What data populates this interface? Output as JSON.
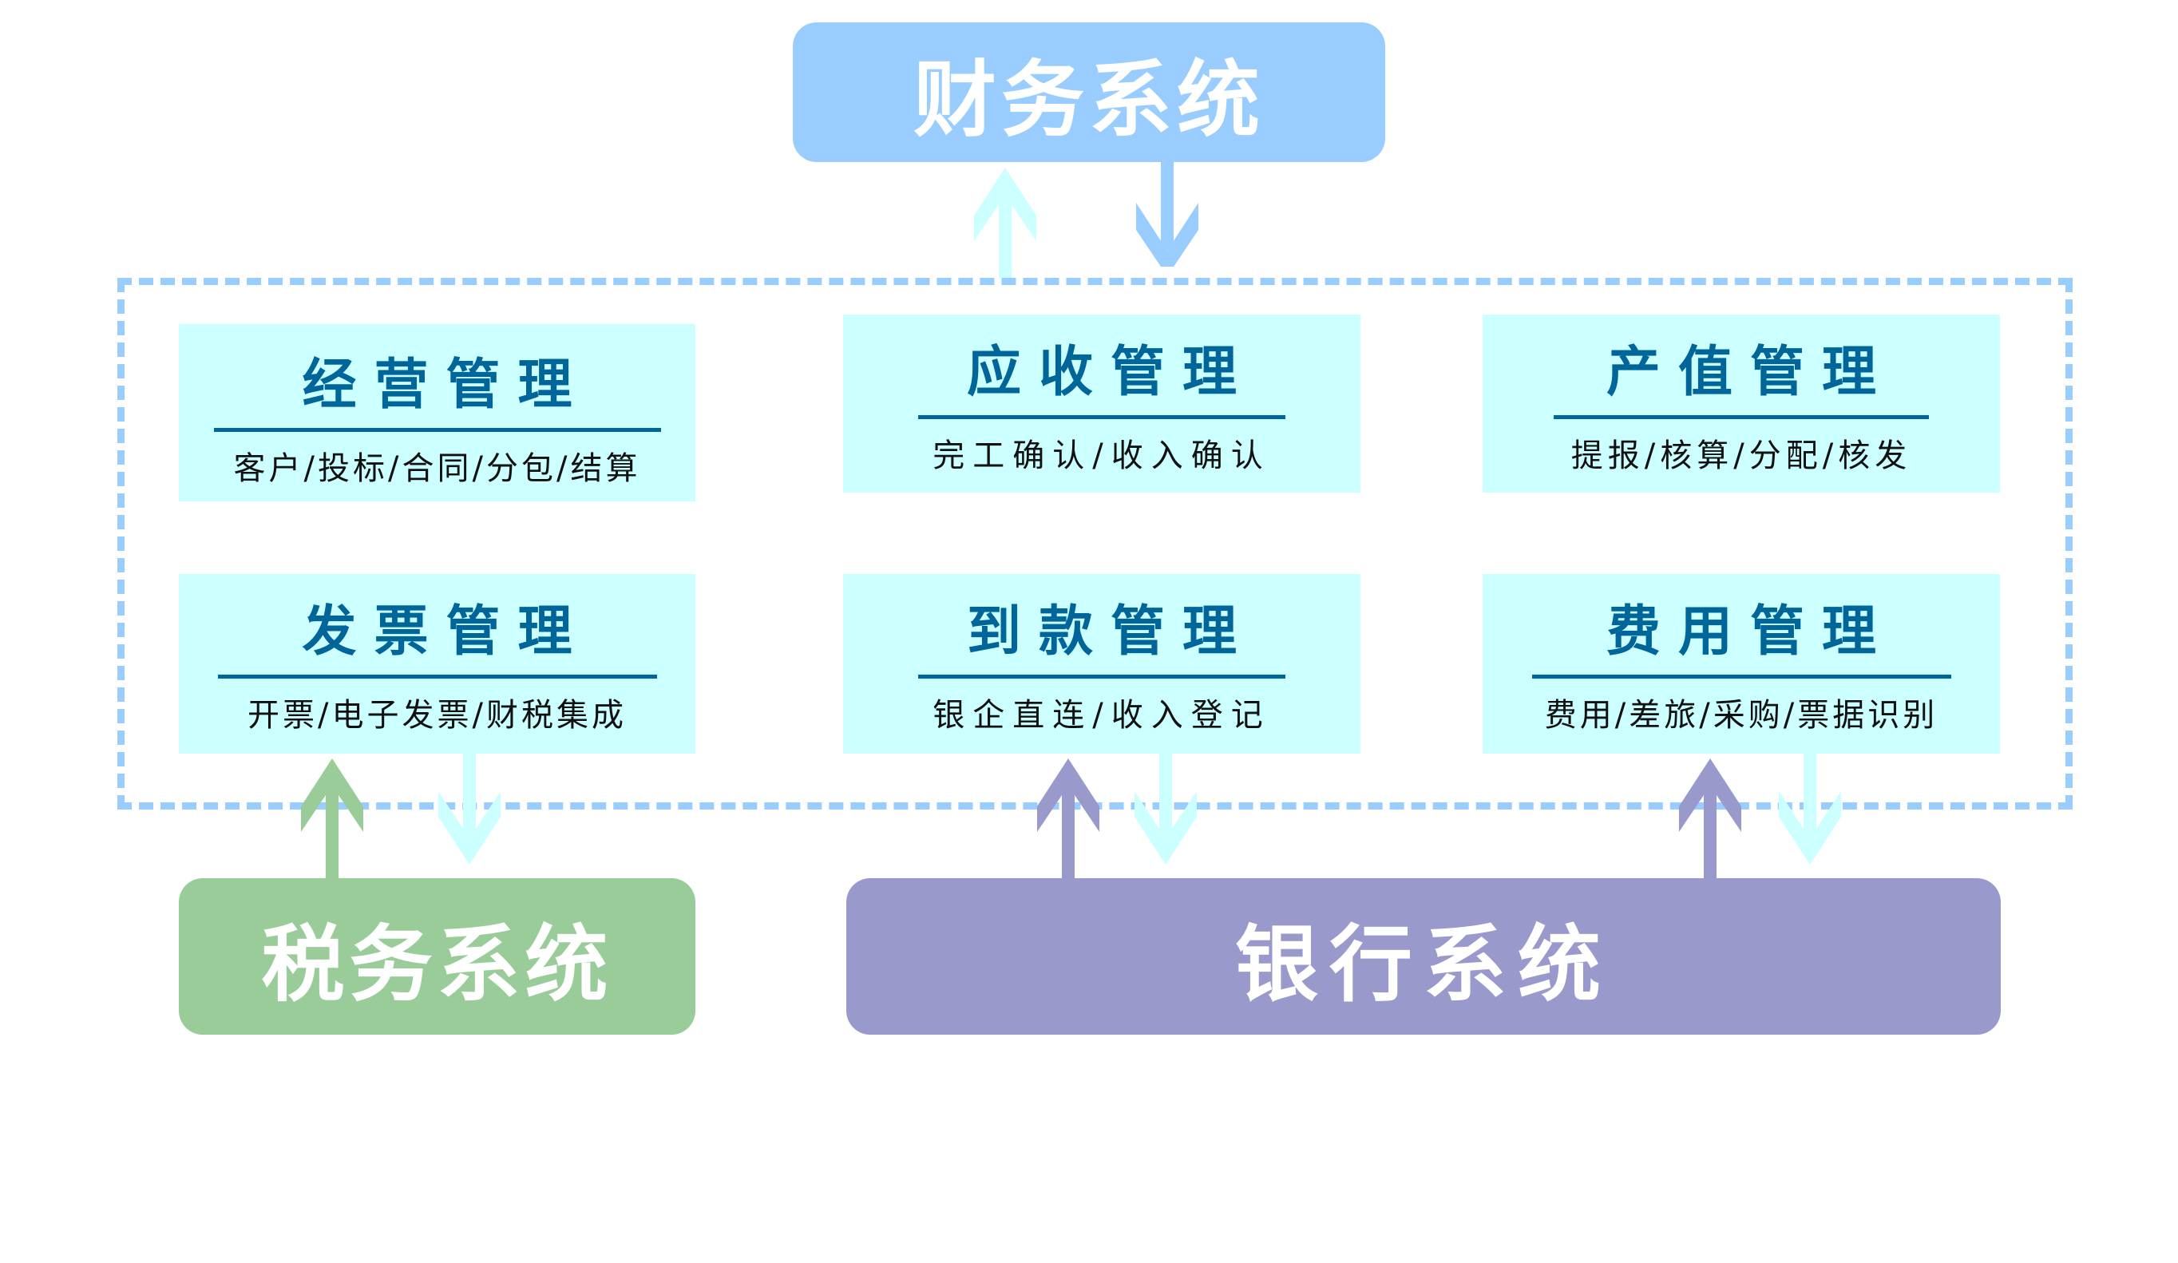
{
  "systems": {
    "finance": {
      "label": "财务系统",
      "color": "#99CCFF"
    },
    "tax": {
      "label": "税务系统",
      "color": "#99CC99"
    },
    "bank": {
      "label": "银行系统",
      "color": "#9999CC"
    }
  },
  "modules": [
    {
      "title": "经营管理",
      "subtitle": "客户/投标/合同/分包/结算"
    },
    {
      "title": "应收管理",
      "subtitle": "完工确认/收入确认"
    },
    {
      "title": "产值管理",
      "subtitle": "提报/核算/分配/核发"
    },
    {
      "title": "发票管理",
      "subtitle": "开票/电子发票/财税集成"
    },
    {
      "title": "到款管理",
      "subtitle": "银企直连/收入登记"
    },
    {
      "title": "费用管理",
      "subtitle": "费用/差旅/采购/票据识别"
    }
  ],
  "colors": {
    "module_bg": "#CCFFFF",
    "module_title": "#006699",
    "boundary": "#99CCFF",
    "flow_light": "#CCFFFF"
  },
  "flows": [
    {
      "from": "modules",
      "to": "finance",
      "direction": "up",
      "color": "#CCFFFF"
    },
    {
      "from": "finance",
      "to": "modules",
      "direction": "down",
      "color": "#99CCFF"
    },
    {
      "from": "tax",
      "to": "发票管理",
      "direction": "up",
      "color": "#99CC99"
    },
    {
      "from": "发票管理",
      "to": "tax",
      "direction": "down",
      "color": "#CCFFFF"
    },
    {
      "from": "bank",
      "to": "到款管理",
      "direction": "up",
      "color": "#9999CC"
    },
    {
      "from": "到款管理",
      "to": "bank",
      "direction": "down",
      "color": "#CCFFFF"
    },
    {
      "from": "bank",
      "to": "费用管理",
      "direction": "up",
      "color": "#9999CC"
    },
    {
      "from": "费用管理",
      "to": "bank",
      "direction": "down",
      "color": "#CCFFFF"
    }
  ]
}
